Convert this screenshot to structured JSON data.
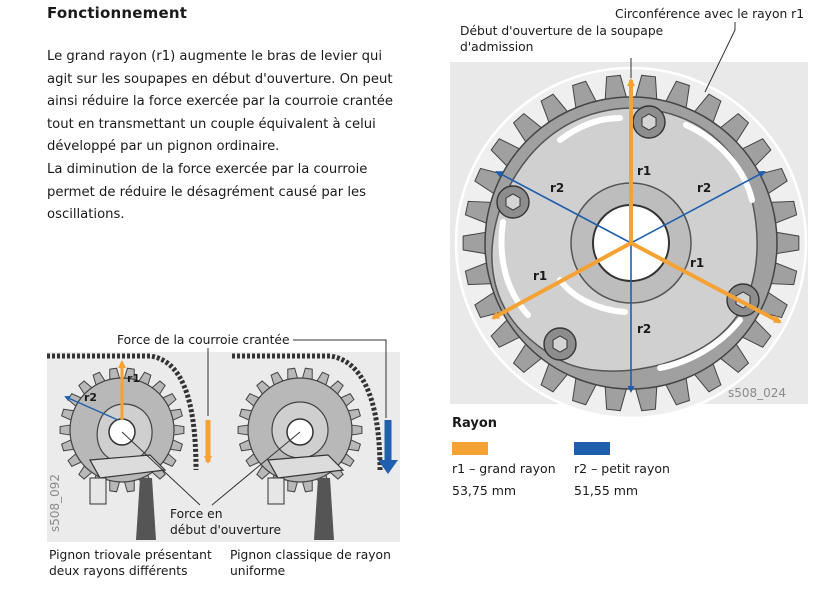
{
  "heading": "Fonctionnement",
  "paragraph": {
    "line1": "Le grand rayon (r1) augmente le bras de levier qui",
    "line2": "agit sur les soupapes en début d'ouverture. On peut",
    "line3": "ainsi réduire la force exercée par la courroie crantée",
    "line4": "tout en transmettant un couple équivalent à celui",
    "line5": "développé par un pignon ordinaire.",
    "line6": "La diminution de la force exercée par la courroie",
    "line7": "permet de réduire le désagrément causé par les",
    "line8": "oscillations."
  },
  "big_figure": {
    "label_circumference": "Circonférence avec le rayon r1",
    "label_opening_1": "Début d'ouverture de la soupape",
    "label_opening_2": "d'admission",
    "r1_label": "r1",
    "r2_label": "r2",
    "code": "s508_024"
  },
  "small_figure": {
    "belt_force_label": "Force de la courroie crantée",
    "opening_force_1": "Force en",
    "opening_force_2": "début d'ouverture",
    "r1_label": "r1",
    "r2_label": "r2",
    "code": "s508_092",
    "caption_left_1": "Pignon triovale présentant",
    "caption_left_2": "deux rayons différents",
    "caption_right_1": "Pignon classique de rayon",
    "caption_right_2": "uniforme"
  },
  "legend": {
    "title": "Rayon",
    "r1_text": "r1 – grand rayon",
    "r1_value": "53,75 mm",
    "r2_text": "r2 – petit rayon",
    "r2_value": "51,55 mm"
  },
  "colors": {
    "orange": "#f5a234",
    "blue": "#1f5fae",
    "gear_gray": "#9a9a9a",
    "plate_light": "#d7d7d7",
    "background_panel": "#e9e9e9"
  }
}
